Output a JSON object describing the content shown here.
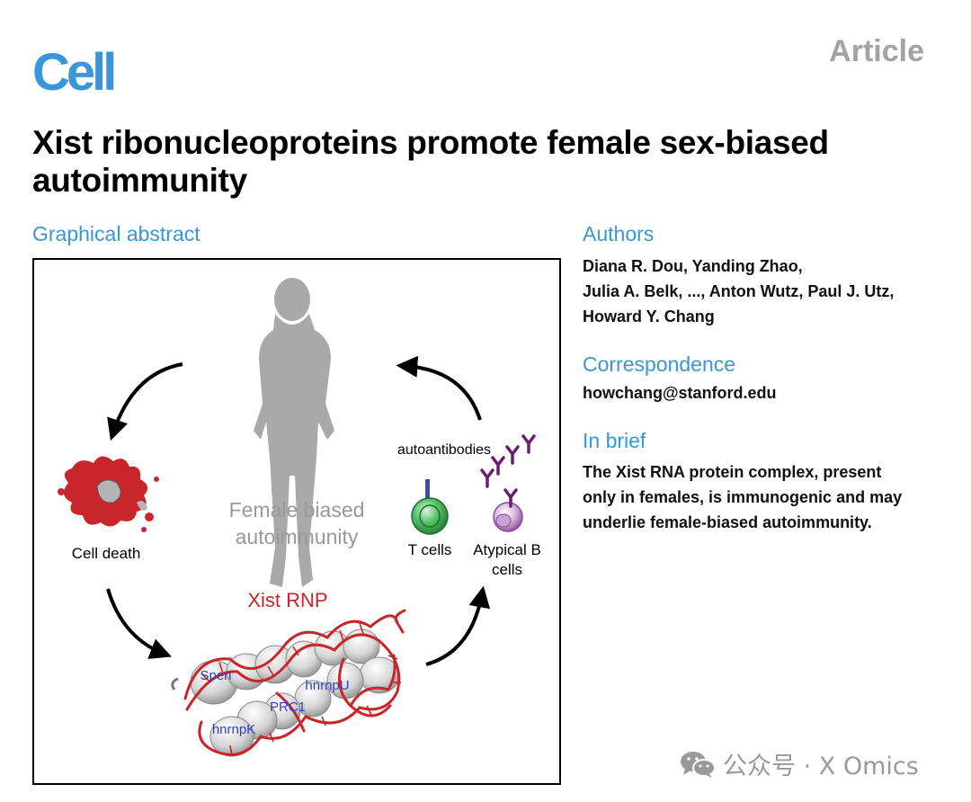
{
  "header": {
    "journal": "Cell",
    "article_type": "Article"
  },
  "title": "Xist ribonucleoproteins promote female sex-biased autoimmunity",
  "graphical_abstract": {
    "heading": "Graphical abstract",
    "labels": {
      "female": "Female biased\nautoimmunity",
      "female_line1": "Female biased",
      "female_line2": "autoimmunity",
      "cell_death": "Cell death",
      "xist_rnp": "Xist RNP",
      "autoantibodies": "autoantibodies",
      "t_cells": "T cells",
      "atypical_b_line1": "Atypical B",
      "atypical_b_line2": "cells",
      "spen": "Spen",
      "hnrnpu": "hnrnpU",
      "prc1": "PRC1",
      "hnrnpk": "hnrnpK"
    },
    "colors": {
      "xist_red": "#c8262a",
      "protein_blue": "#2e3fc8",
      "figure_gray": "#a9a9a9",
      "t_cell_green": "#2ea24a",
      "b_cell_purple": "#8a4a9a",
      "antibody_purple": "#6a1f6e"
    }
  },
  "authors": {
    "heading": "Authors",
    "line1": "Diana R. Dou, Yanding Zhao,",
    "line2": "Julia A. Belk, ..., Anton Wutz, Paul J. Utz,",
    "line3": "Howard Y. Chang"
  },
  "correspondence": {
    "heading": "Correspondence",
    "email": "howchang@stanford.edu"
  },
  "in_brief": {
    "heading": "In brief",
    "line1": "The Xist RNA protein complex, present",
    "line2": "only in females, is immunogenic and may",
    "line3": "underlie female-biased autoimmunity."
  },
  "watermark": {
    "icon": "wechat-icon",
    "text": "公众号 · X Omics"
  }
}
